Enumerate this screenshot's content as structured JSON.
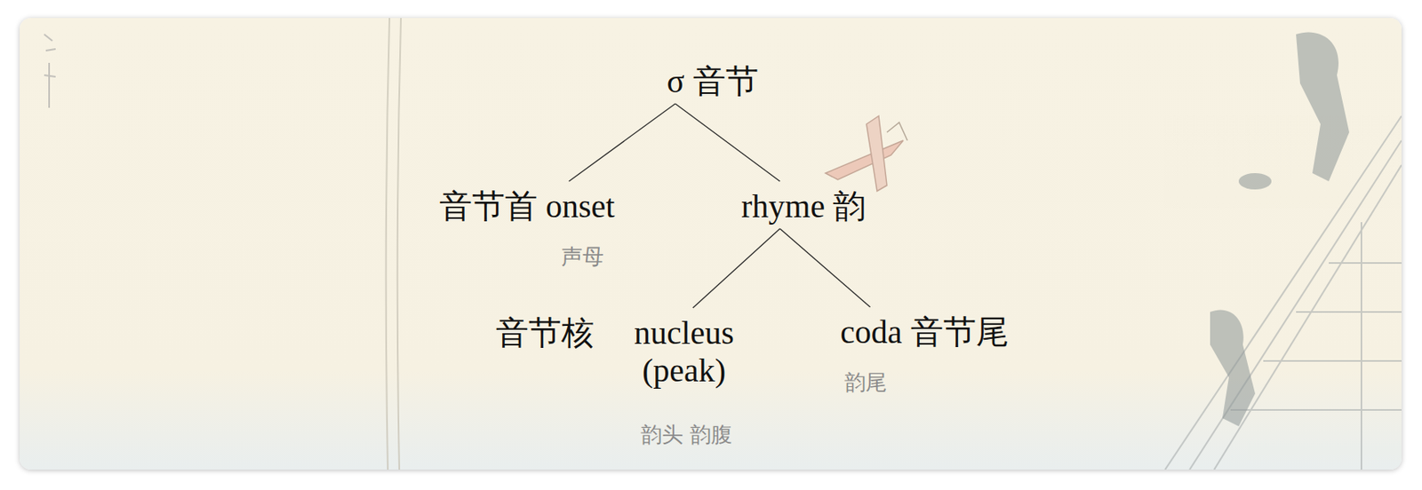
{
  "diagram": {
    "nodes": [
      {
        "text": [
          "σ 音节"
        ]
      },
      {
        "text": [
          "音节首 onset"
        ]
      },
      {
        "text": [
          "rhyme 韵"
        ]
      },
      {
        "text": [
          "音节核",
          "nucleus (peak)"
        ]
      },
      {
        "text": [
          "coda 音节尾"
        ]
      }
    ],
    "edges": [
      {
        "from": 0,
        "to": 1,
        "arrow": "none"
      },
      {
        "from": 0,
        "to": 2,
        "arrow": "none"
      },
      {
        "from": 2,
        "to": 3,
        "arrow": "none"
      },
      {
        "from": 2,
        "to": 4,
        "arrow": "none"
      }
    ],
    "labels": [
      "声母",
      "韵尾",
      "韵头 韵腹"
    ]
  }
}
